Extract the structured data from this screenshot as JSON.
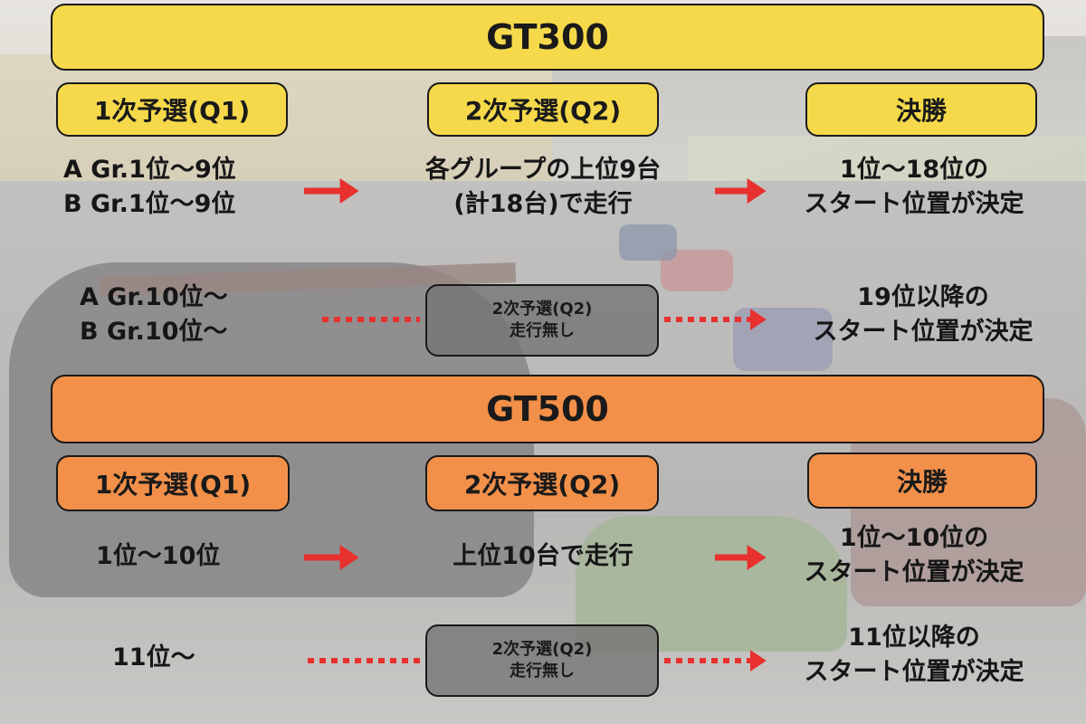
{
  "colors": {
    "gt300_accent": "#f6d94a",
    "gt500_accent": "#f29049",
    "arrow": "#e8302e",
    "no_run_box": "#737373"
  },
  "gt300": {
    "title": "GT300",
    "q1_label": "1次予選(Q1)",
    "q2_label": "2次予選(Q2)",
    "final_label": "決勝",
    "q1_line1": "A Gr.1位〜9位",
    "q1_line2": "B Gr.1位〜9位",
    "q2_line1": "各グループの上位9台",
    "q2_line2": "(計18台)で走行",
    "final_line1": "1位〜18位の",
    "final_line2": "スタート位置が決定",
    "lower_line1": "A Gr.10位〜",
    "lower_line2": "B Gr.10位〜",
    "no_q2_line1": "2次予選(Q2)",
    "no_q2_line2": "走行無し",
    "lower_final_line1": "19位以降の",
    "lower_final_line2": "スタート位置が決定"
  },
  "gt500": {
    "title": "GT500",
    "q1_label": "1次予選(Q1)",
    "q2_label": "2次予選(Q2)",
    "final_label": "決勝",
    "q1_line1": "1位〜10位",
    "q2_line1": "上位10台で走行",
    "final_line1": "1位〜10位の",
    "final_line2": "スタート位置が決定",
    "lower_line1": "11位〜",
    "no_q2_line1": "2次予選(Q2)",
    "no_q2_line2": "走行無し",
    "lower_final_line1": "11位以降の",
    "lower_final_line2": "スタート位置が決定"
  }
}
